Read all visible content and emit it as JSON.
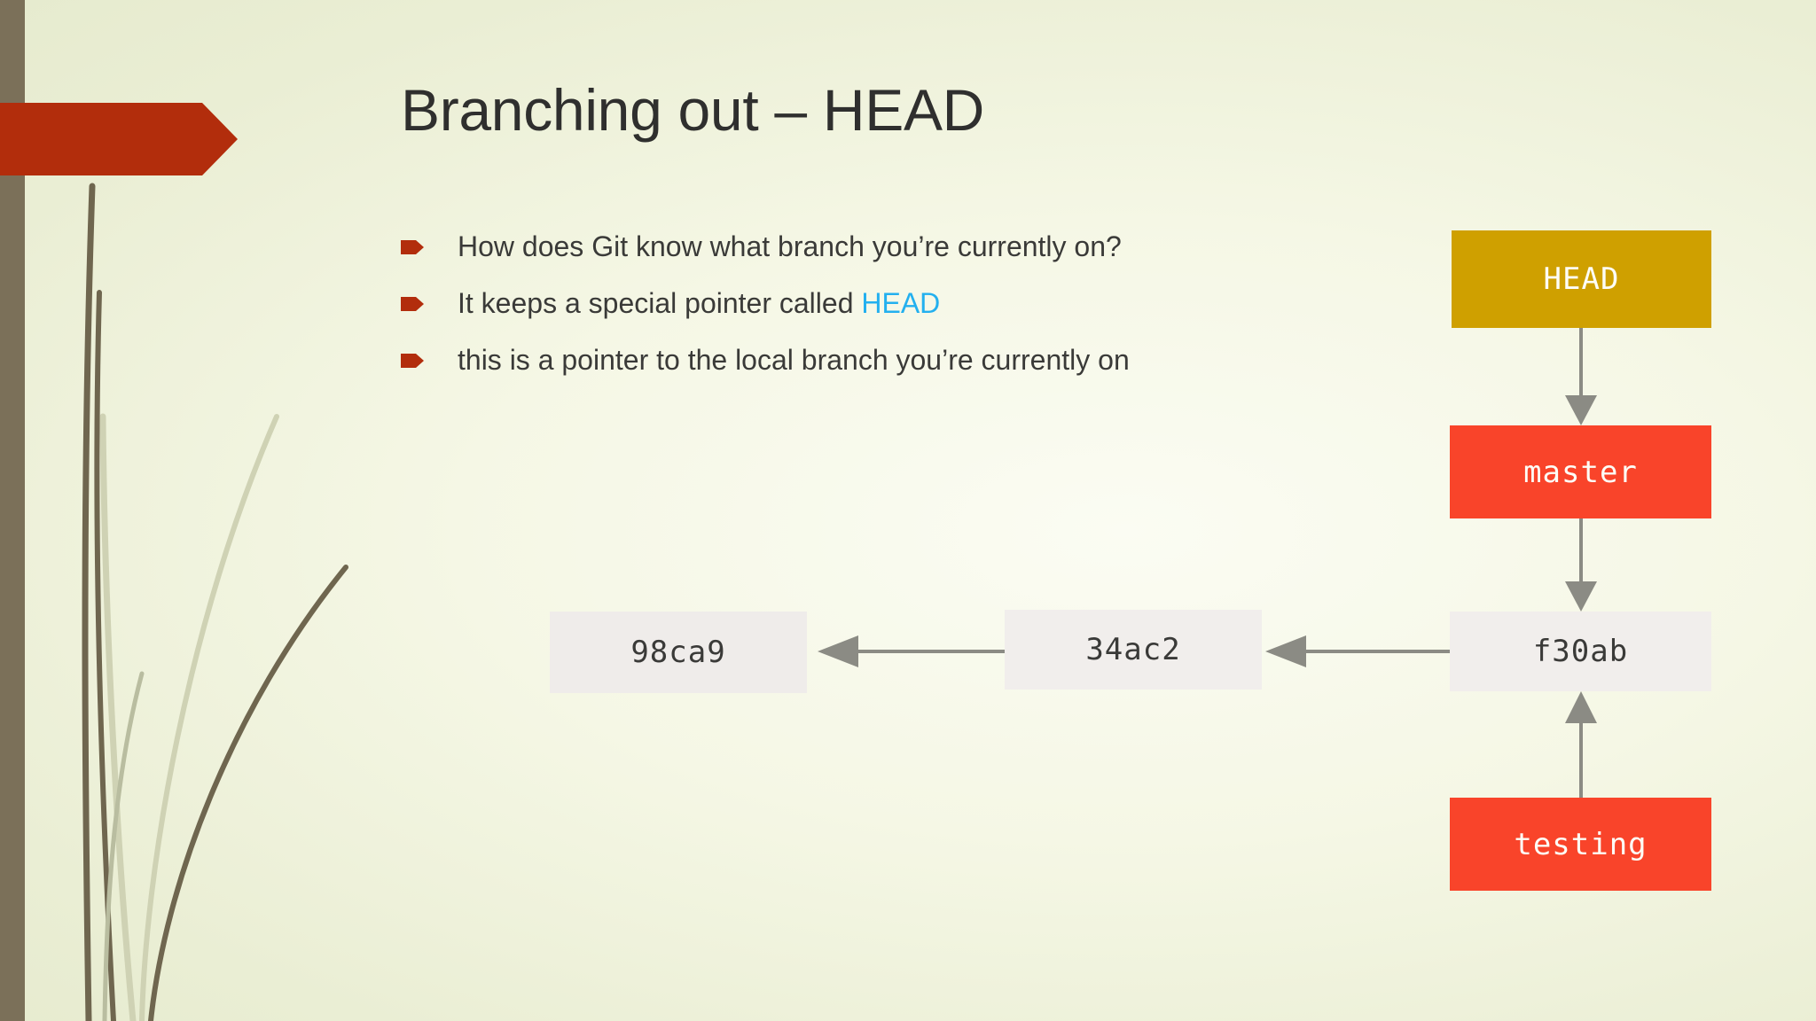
{
  "slide": {
    "title": "Branching out – HEAD",
    "background_color": "#eaeed4",
    "accent_color": "#b22d0c",
    "left_band_color": "#7b7059",
    "bullets": [
      {
        "id": "bullet-question",
        "text": "How does Git know what branch you’re currently on?",
        "highlight": "",
        "marker": "arrow-bullet-icon"
      },
      {
        "id": "bullet-pointer",
        "text_before": "It keeps a special pointer called ",
        "highlight": "HEAD",
        "highlight_color": "#23b0ef",
        "text_after": "",
        "marker": "arrow-bullet-icon"
      },
      {
        "id": "bullet-local-branch",
        "text": "this is a pointer to the local branch you’re currently on",
        "highlight": "",
        "marker": "arrow-bullet-icon"
      }
    ]
  },
  "diagram": {
    "title": "git-head-branch-diagram",
    "nodes": [
      {
        "id": "head",
        "label": "HEAD",
        "kind": "pointer",
        "color": "#cfa000",
        "text_color": "#fdfdf6"
      },
      {
        "id": "master",
        "label": "master",
        "kind": "branch",
        "color": "#f9442a",
        "text_color": "#fdfdf6"
      },
      {
        "id": "testing",
        "label": "testing",
        "kind": "branch",
        "color": "#f9442a",
        "text_color": "#fdfdf6"
      },
      {
        "id": "f30ab",
        "label": "f30ab",
        "kind": "commit",
        "color": "#f1eeec",
        "text_color": "#3a3a38"
      },
      {
        "id": "34ac2",
        "label": "34ac2",
        "kind": "commit",
        "color": "#f1eeec",
        "text_color": "#3a3a38"
      },
      {
        "id": "98ca9",
        "label": "98ca9",
        "kind": "commit",
        "color": "#efecea",
        "text_color": "#3a3a38"
      }
    ],
    "edges": [
      {
        "from": "head",
        "to": "master",
        "direction": "down"
      },
      {
        "from": "master",
        "to": "f30ab",
        "direction": "down"
      },
      {
        "from": "testing",
        "to": "f30ab",
        "direction": "up"
      },
      {
        "from": "f30ab",
        "to": "34ac2",
        "direction": "left"
      },
      {
        "from": "34ac2",
        "to": "98ca9",
        "direction": "left"
      }
    ],
    "edge_color": "#8b8b84"
  }
}
